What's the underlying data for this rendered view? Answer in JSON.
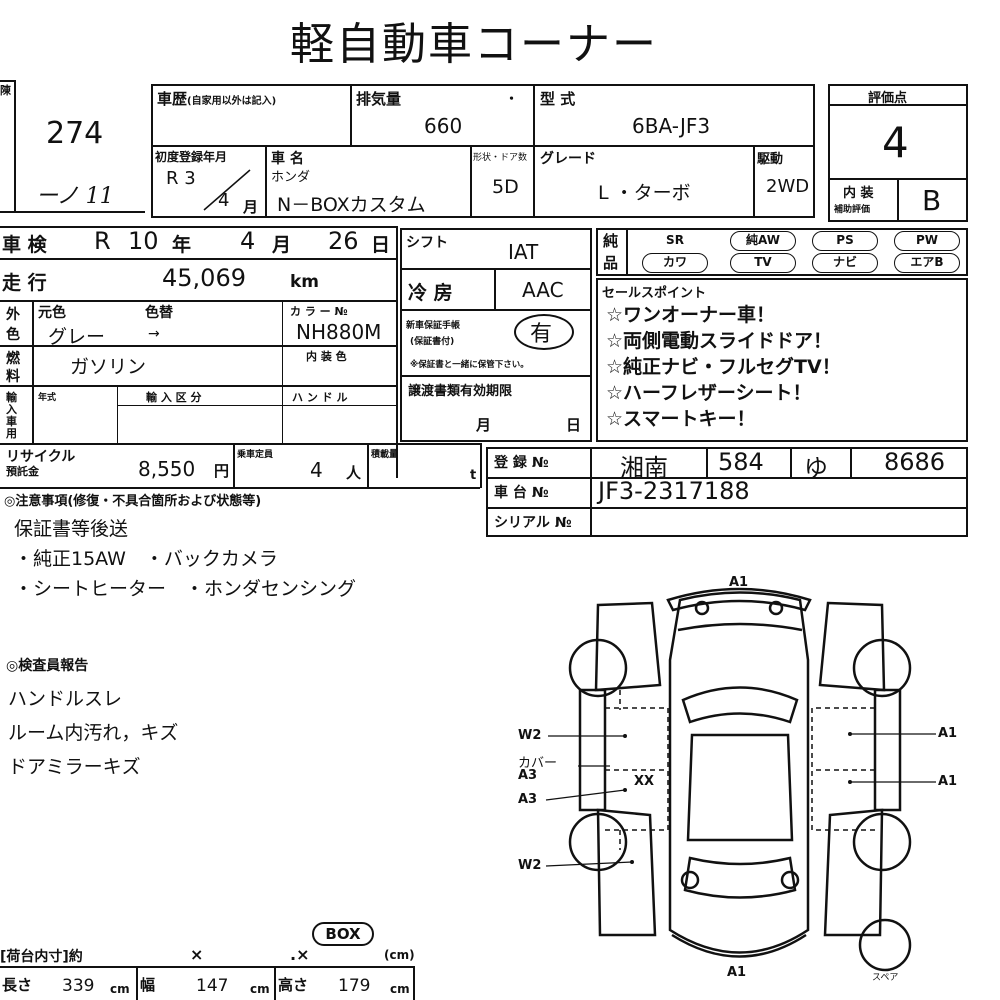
{
  "title": "軽自動車コーナー",
  "left_box": {
    "label": "陳",
    "lot_number": "274",
    "handwriting": "ーノ 11"
  },
  "history": {
    "label": "車歴",
    "note": "(自家用以外は記入)"
  },
  "displacement": {
    "label": "排気量",
    "dot": "・",
    "value": "660"
  },
  "model_code": {
    "label": "型 式",
    "value": "6BA-JF3"
  },
  "grade_score": {
    "label": "評価点",
    "value": "4"
  },
  "first_reg": {
    "label": "初度登録年月",
    "year": "R 3",
    "month": "4",
    "month_unit": "月"
  },
  "car_name": {
    "label": "車 名",
    "maker": "ホンダ",
    "name": "N－BOXカスタム"
  },
  "body_doors": {
    "label": "形状・ドア数",
    "value": "5D"
  },
  "grade": {
    "label": "グレード",
    "value": "L ・ターボ"
  },
  "drive": {
    "label": "駆動",
    "value": "2WD"
  },
  "interior": {
    "label": "内 装",
    "label2": "補助評価",
    "value": "B"
  },
  "inspection": {
    "label": "車 検",
    "era": "R",
    "year": "10",
    "year_unit": "年",
    "month": "4",
    "month_unit": "月",
    "day": "26",
    "day_unit": "日"
  },
  "shift": {
    "label": "シフト",
    "value": "IAT"
  },
  "equipment": {
    "label_top": "純",
    "label_bottom": "品",
    "row1": [
      "SR",
      "純AW",
      "PS",
      "PW"
    ],
    "row2": [
      "カワ",
      "TV",
      "ナビ",
      "エアB"
    ]
  },
  "mileage": {
    "label": "走 行",
    "value": "45,069",
    "unit": "km"
  },
  "aircon": {
    "label": "冷 房",
    "value": "AAC"
  },
  "sales_points": {
    "label": "セールスポイント",
    "items": [
      "☆ワンオーナー車！",
      "☆両側電動スライドドア！",
      "☆純正ナビ・フルセグTV！",
      "☆ハーフレザーシート！",
      "☆スマートキー！"
    ]
  },
  "color": {
    "side_label_1": "外",
    "side_label_2": "色",
    "orig_label": "元色",
    "change_label": "色替",
    "orig_value": "グレー",
    "arrow": "→",
    "code_label": "カ ラ ー №",
    "code_value": "NH880M",
    "interior_label": "内 装 色"
  },
  "fuel": {
    "label_1": "燃",
    "label_2": "料",
    "value": "ガソリン"
  },
  "manual": {
    "label_1": "新車保証手帳",
    "label_2": "(保証書付)",
    "value": "有",
    "note": "※保証書と一緒に保管下さい。"
  },
  "import": {
    "side_label": "輸入車用",
    "year_label": "年式",
    "class_label": "輸 入 区 分",
    "handle_label": "ハ ン ド ル"
  },
  "transfer": {
    "label": "譲渡書類有効期限",
    "month_unit": "月",
    "day_unit": "日"
  },
  "recycle": {
    "label_1": "リサイクル",
    "label_2": "預託金",
    "value": "8,550",
    "unit": "円"
  },
  "capacity": {
    "label": "乗車定員",
    "value": "4",
    "unit": "人"
  },
  "load": {
    "label": "積載量",
    "unit": "t"
  },
  "registration": {
    "label": "登 録 №",
    "area": "湘南",
    "class_no": "584",
    "kana": "ゆ",
    "number": "8686"
  },
  "chassis": {
    "label": "車 台 №",
    "value": "JF3-2317188"
  },
  "serial": {
    "label": "シリアル №",
    "value": ""
  },
  "notes": {
    "header": "◎注意事項(修復・不具合箇所および状態等)",
    "lines": [
      "保証書等後送",
      "・純正15AW　・バックカメラ",
      "・シートヒーター　・ホンダセンシング"
    ]
  },
  "inspector": {
    "header": "◎検査員報告",
    "lines": [
      "ハンドルスレ",
      "ルーム内汚れ，キズ",
      "ドアミラーキズ"
    ]
  },
  "cargo": {
    "header": "[荷台内寸]約",
    "sep1": "×",
    "sep2": ".×",
    "box_label": "BOX",
    "unit": "(cm)",
    "length_label": "長さ",
    "length": "339",
    "length_unit": "cm",
    "width_label": "幅",
    "width": "147",
    "width_unit": "cm",
    "height_label": "高さ",
    "height": "179",
    "height_unit": "cm"
  },
  "diagram": {
    "marks": {
      "front": "A1",
      "rear": "A1",
      "left_1": "W2",
      "left_2": "カバー",
      "left_3": "A3",
      "left_4": "A3",
      "left_5": "W2",
      "center": "XX",
      "right_1": "A1",
      "right_2": "A1",
      "spare": "スペア"
    }
  }
}
